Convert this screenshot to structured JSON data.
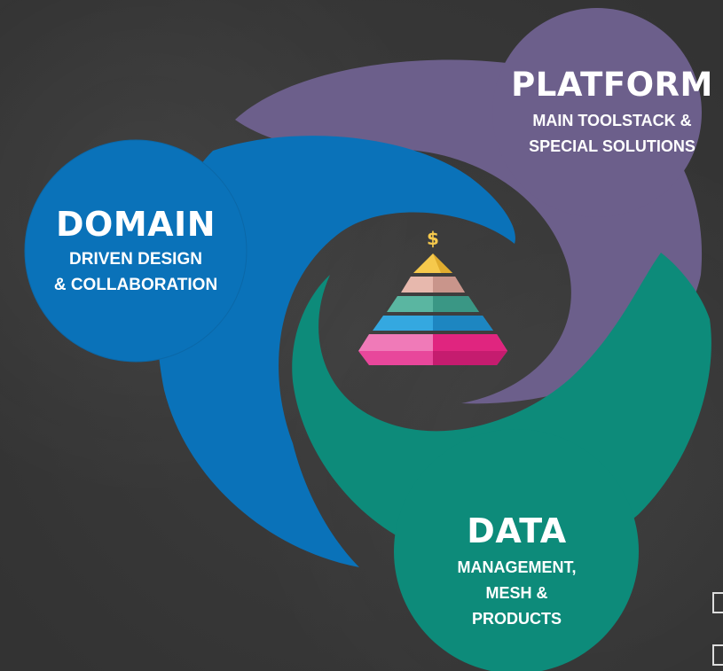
{
  "domain": {
    "title": "DOMAIN",
    "subtitle_line1": "DRIVEN DESIGN",
    "subtitle_line2": "& COLLABORATION",
    "color": "#0a72b9"
  },
  "platform": {
    "title": "PLATFORM",
    "subtitle_line1": "MAIN TOOLSTACK &",
    "subtitle_line2": "SPECIAL SOLUTIONS",
    "color": "#6c5f8b"
  },
  "data": {
    "title": "DATA",
    "subtitle_line1": "MANAGEMENT,",
    "subtitle_line2": "MESH &",
    "subtitle_line3": "PRODUCTS",
    "color": "#0d8b7a"
  },
  "center": {
    "icon": "dollar-pyramid-icon",
    "dollar_symbol": "$",
    "colors": [
      "#f6c94c",
      "#e7b8ad",
      "#5ab6a1",
      "#34a8e0",
      "#e8479b"
    ]
  }
}
